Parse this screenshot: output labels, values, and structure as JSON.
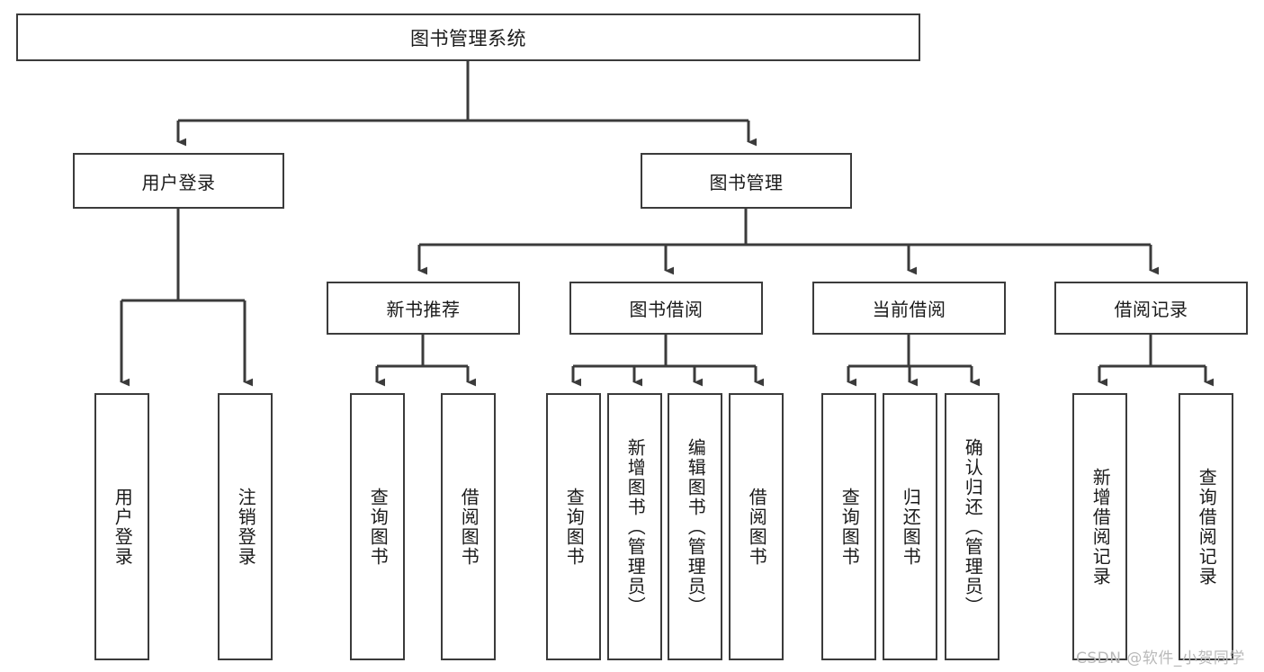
{
  "diagram": {
    "title": "图书管理系统",
    "type": "tree-hierarchy-chart",
    "root": {
      "label": "图书管理系统"
    },
    "level2": [
      {
        "label": "用户登录"
      },
      {
        "label": "图书管理"
      }
    ],
    "level3": [
      {
        "label": "新书推荐"
      },
      {
        "label": "图书借阅"
      },
      {
        "label": "当前借阅"
      },
      {
        "label": "借阅记录"
      }
    ],
    "leaves": {
      "user_login": [
        {
          "label": "用户登录"
        },
        {
          "label": "注销登录"
        }
      ],
      "new_book_recommend": [
        {
          "label": "查询图书"
        },
        {
          "label": "借阅图书"
        }
      ],
      "book_borrow": [
        {
          "label": "查询图书"
        },
        {
          "label": "新增图书（管理员）"
        },
        {
          "label": "编辑图书（管理员）"
        },
        {
          "label": "借阅图书"
        }
      ],
      "current_borrow": [
        {
          "label": "查询图书"
        },
        {
          "label": "归还图书"
        },
        {
          "label": "确认归还（管理员）"
        }
      ],
      "borrow_record": [
        {
          "label": "新增借阅记录"
        },
        {
          "label": "查询借阅记录"
        }
      ]
    }
  },
  "watermark": {
    "text": "CSDN @软件_小贺同学"
  },
  "colors": {
    "stroke": "#3b3b3b",
    "fill": "#ffffff",
    "text": "#1a1a1a",
    "watermark": "#b9b9b9"
  }
}
